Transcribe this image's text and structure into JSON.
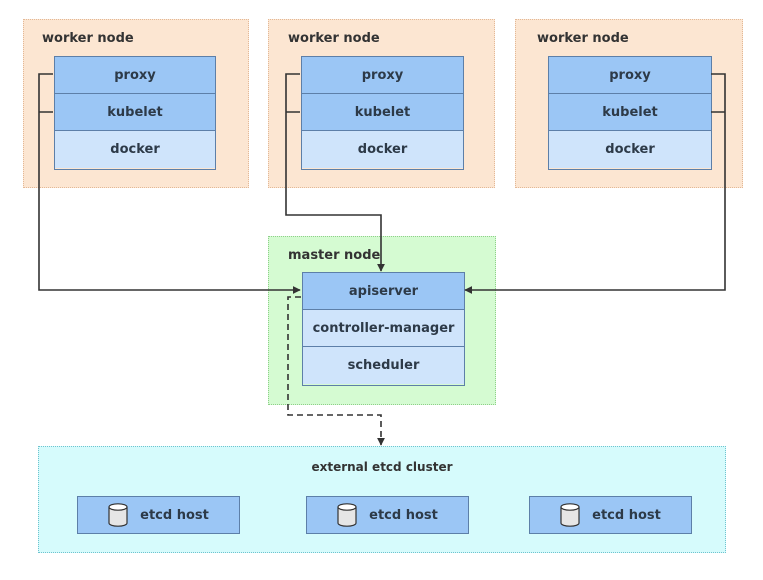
{
  "workers": [
    {
      "title": "worker node",
      "components": [
        "proxy",
        "kubelet",
        "docker"
      ]
    },
    {
      "title": "worker node",
      "components": [
        "proxy",
        "kubelet",
        "docker"
      ]
    },
    {
      "title": "worker node",
      "components": [
        "proxy",
        "kubelet",
        "docker"
      ]
    }
  ],
  "master": {
    "title": "master node",
    "components": [
      "apiserver",
      "controller-manager",
      "scheduler"
    ]
  },
  "etcd": {
    "title": "external etcd cluster",
    "hosts": [
      "etcd host",
      "etcd host",
      "etcd host"
    ]
  },
  "colors": {
    "worker_bg": "#fce6d2",
    "master_bg": "#d5fbd2",
    "etcd_bg": "#d6fbfc",
    "component_strong": "#9bc6f5",
    "component_light": "#cfe4fb",
    "connector": "#333333"
  }
}
